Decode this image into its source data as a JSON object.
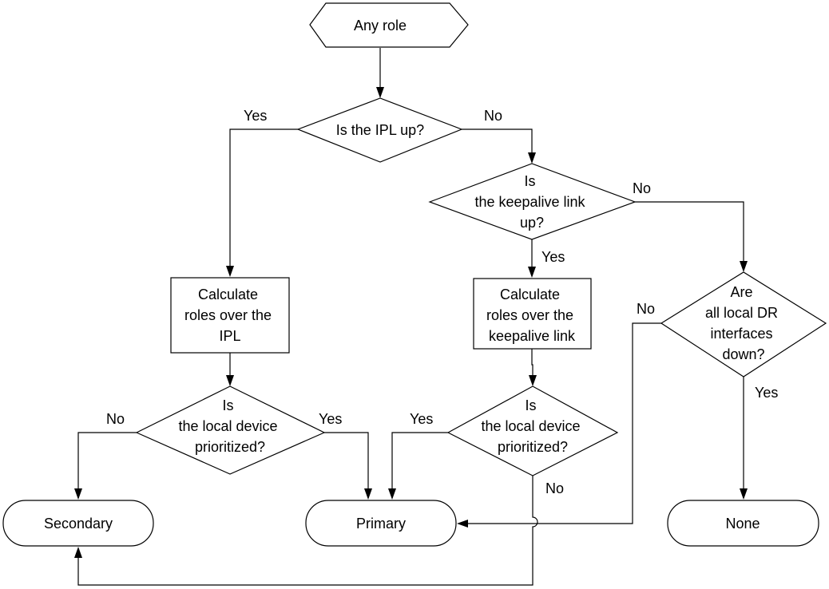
{
  "nodes": {
    "start": "Any role",
    "ipl_up": "Is the IPL up?",
    "keepalive_up": [
      "Is",
      "the keepalive link",
      "up?"
    ],
    "calc_ipl": [
      "Calculate",
      "roles over the",
      "IPL"
    ],
    "calc_keepalive": [
      "Calculate",
      "roles over the",
      "keepalive link"
    ],
    "dr_down": [
      "Are",
      "all local DR",
      "interfaces",
      "down?"
    ],
    "prio_left": [
      "Is",
      "the local device",
      "prioritized?"
    ],
    "prio_mid": [
      "Is",
      "the local device",
      "prioritized?"
    ],
    "secondary": "Secondary",
    "primary": "Primary",
    "none": "None"
  },
  "edge_labels": {
    "ipl_yes": "Yes",
    "ipl_no": "No",
    "keepalive_no": "No",
    "keepalive_yes": "Yes",
    "dr_no": "No",
    "dr_yes": "Yes",
    "prio_left_no": "No",
    "prio_left_yes": "Yes",
    "prio_mid_yes": "Yes",
    "prio_mid_no": "No"
  }
}
